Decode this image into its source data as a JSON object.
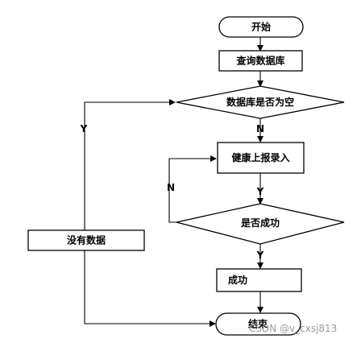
{
  "nodes": {
    "start": "开始",
    "query_db": "查询数据库",
    "db_empty": "数据库是否为空",
    "report_health": "健康上报录入",
    "is_success": "是否成功",
    "success": "成功",
    "no_data": "没有数据",
    "end": "结束"
  },
  "edges": {
    "empty_yes": "Y",
    "empty_no": "N",
    "after_report": "Y",
    "fail_no": "N",
    "success_yes": "Y"
  },
  "watermark": "CSDN @v_cxsj813"
}
